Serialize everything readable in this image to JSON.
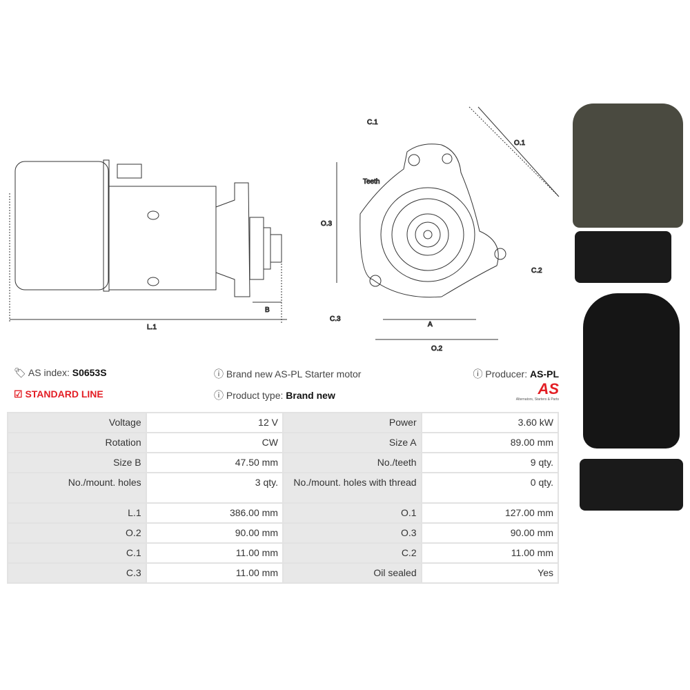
{
  "drawing_labels": {
    "l1": "L.1",
    "b": "B",
    "c1": "C.1",
    "o1": "O.1",
    "teeth": "Teeth",
    "o3": "O.3",
    "c2": "C.2",
    "c3": "C.3",
    "a": "A",
    "o2": "O.2"
  },
  "header": {
    "as_index_label": "AS index:",
    "as_index_value": "S0653S",
    "line": "STANDARD LINE",
    "description": "Brand new AS-PL Starter motor",
    "product_type_label": "Product type:",
    "product_type_value": "Brand new",
    "producer_label": "Producer:",
    "producer_value": "AS-PL",
    "logo_text": "AS",
    "logo_tagline": "Alternators, Starters & Parts"
  },
  "colors": {
    "accent": "#e31e24"
  },
  "specs": [
    [
      "Voltage",
      "12 V",
      "Power",
      "3.60 kW"
    ],
    [
      "Rotation",
      "CW",
      "Size A",
      "89.00 mm"
    ],
    [
      "Size B",
      "47.50 mm",
      "No./teeth",
      "9 qty."
    ],
    [
      "No./mount. holes",
      "3 qty.",
      "No./mount. holes with thread",
      "0 qty."
    ],
    [
      "L.1",
      "386.00 mm",
      "O.1",
      "127.00 mm"
    ],
    [
      "O.2",
      "90.00 mm",
      "O.3",
      "90.00 mm"
    ],
    [
      "C.1",
      "11.00 mm",
      "C.2",
      "11.00 mm"
    ],
    [
      "C.3",
      "11.00 mm",
      "Oil sealed",
      "Yes"
    ]
  ]
}
